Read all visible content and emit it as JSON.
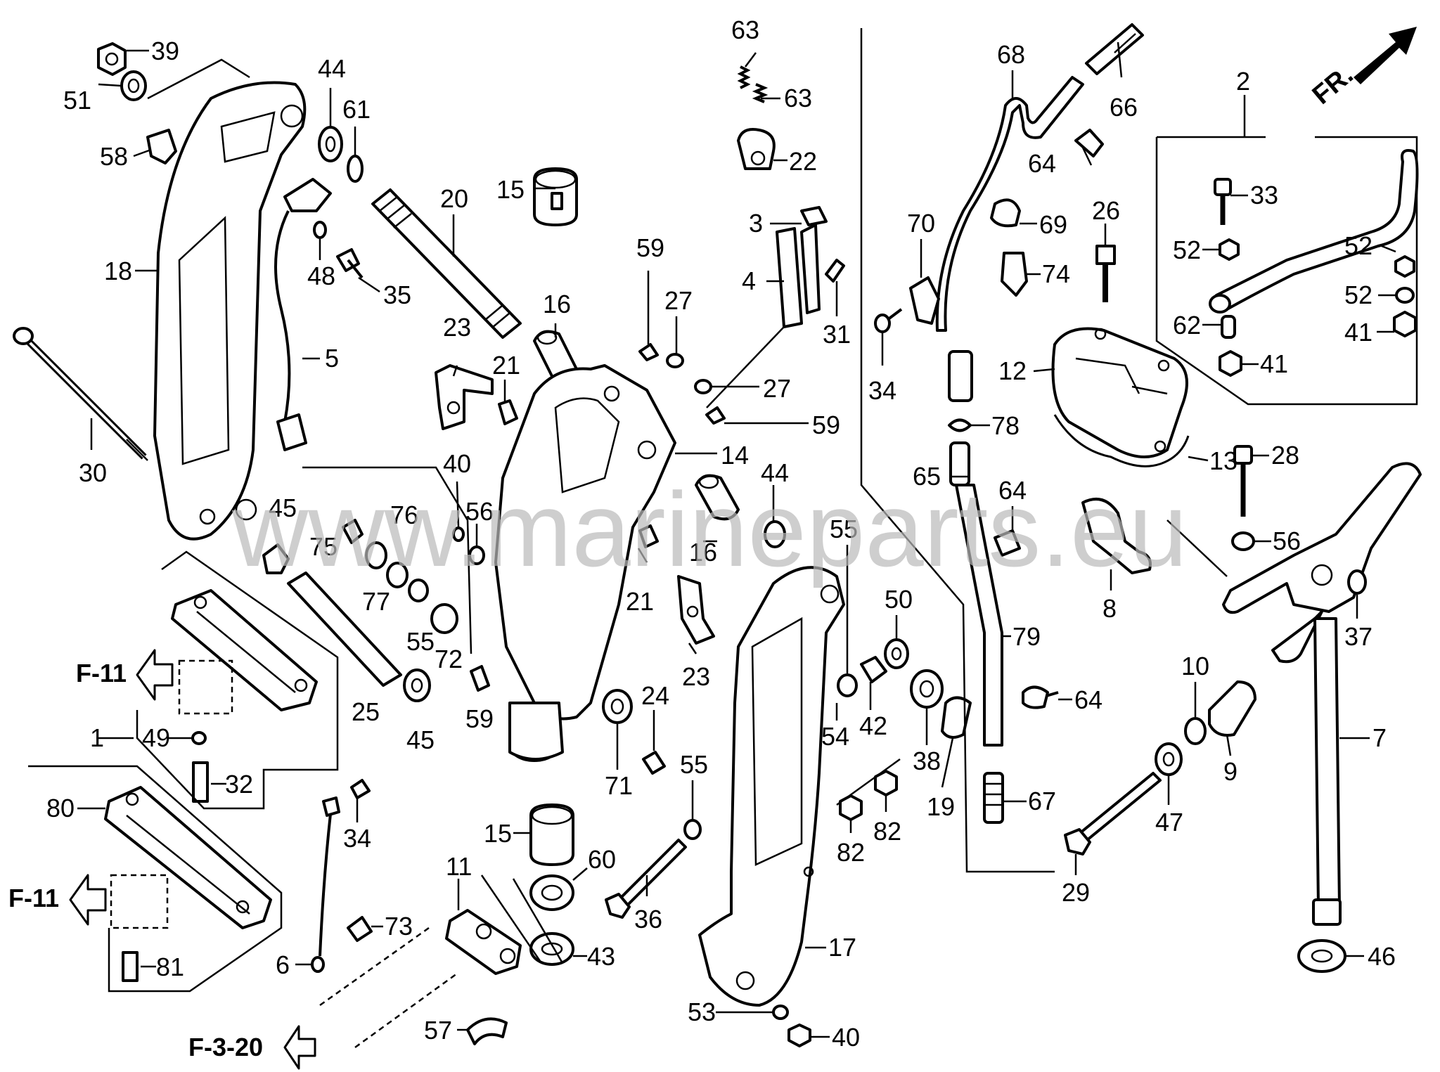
{
  "watermark": "www.marineparts.eu",
  "direction_marker": "FR.",
  "reference_labels": [
    "F-11",
    "F-11",
    "F-3-20"
  ],
  "callouts": [
    {
      "id": "c39",
      "text": "39"
    },
    {
      "id": "c51",
      "text": "51"
    },
    {
      "id": "c58",
      "text": "58"
    },
    {
      "id": "c18",
      "text": "18"
    },
    {
      "id": "c30",
      "text": "30"
    },
    {
      "id": "c44a",
      "text": "44"
    },
    {
      "id": "c61",
      "text": "61"
    },
    {
      "id": "c48",
      "text": "48"
    },
    {
      "id": "c35",
      "text": "35"
    },
    {
      "id": "c5",
      "text": "5"
    },
    {
      "id": "c20",
      "text": "20"
    },
    {
      "id": "c15a",
      "text": "15"
    },
    {
      "id": "c63a",
      "text": "63"
    },
    {
      "id": "c63b",
      "text": "63"
    },
    {
      "id": "c22",
      "text": "22"
    },
    {
      "id": "c3",
      "text": "3"
    },
    {
      "id": "c4",
      "text": "4"
    },
    {
      "id": "c31",
      "text": "31"
    },
    {
      "id": "c59a",
      "text": "59"
    },
    {
      "id": "c27a",
      "text": "27"
    },
    {
      "id": "c27b",
      "text": "27"
    },
    {
      "id": "c59b",
      "text": "59"
    },
    {
      "id": "c16a",
      "text": "16"
    },
    {
      "id": "c23a",
      "text": "23"
    },
    {
      "id": "c21a",
      "text": "21"
    },
    {
      "id": "c14",
      "text": "14"
    },
    {
      "id": "c16b",
      "text": "16"
    },
    {
      "id": "c44b",
      "text": "44"
    },
    {
      "id": "c40a",
      "text": "40"
    },
    {
      "id": "c56a",
      "text": "56"
    },
    {
      "id": "c45a",
      "text": "45"
    },
    {
      "id": "c75",
      "text": "75"
    },
    {
      "id": "c76",
      "text": "76"
    },
    {
      "id": "c77",
      "text": "77"
    },
    {
      "id": "c55a",
      "text": "55"
    },
    {
      "id": "c72",
      "text": "72"
    },
    {
      "id": "c25",
      "text": "25"
    },
    {
      "id": "c45b",
      "text": "45"
    },
    {
      "id": "c59c",
      "text": "59"
    },
    {
      "id": "c21b",
      "text": "21"
    },
    {
      "id": "c23b",
      "text": "23"
    },
    {
      "id": "c1",
      "text": "1"
    },
    {
      "id": "c49",
      "text": "49"
    },
    {
      "id": "c32",
      "text": "32"
    },
    {
      "id": "c80",
      "text": "80"
    },
    {
      "id": "c81",
      "text": "81"
    },
    {
      "id": "c34a",
      "text": "34"
    },
    {
      "id": "c6",
      "text": "6"
    },
    {
      "id": "c73",
      "text": "73"
    },
    {
      "id": "c11",
      "text": "11"
    },
    {
      "id": "c15b",
      "text": "15"
    },
    {
      "id": "c60",
      "text": "60"
    },
    {
      "id": "c43",
      "text": "43"
    },
    {
      "id": "c57",
      "text": "57"
    },
    {
      "id": "c71",
      "text": "71"
    },
    {
      "id": "c24",
      "text": "24"
    },
    {
      "id": "c55b",
      "text": "55"
    },
    {
      "id": "c36",
      "text": "36"
    },
    {
      "id": "c53",
      "text": "53"
    },
    {
      "id": "c40b",
      "text": "40"
    },
    {
      "id": "c17",
      "text": "17"
    },
    {
      "id": "c55c",
      "text": "55"
    },
    {
      "id": "c54",
      "text": "54"
    },
    {
      "id": "c42",
      "text": "42"
    },
    {
      "id": "c50",
      "text": "50"
    },
    {
      "id": "c82a",
      "text": "82"
    },
    {
      "id": "c82b",
      "text": "82"
    },
    {
      "id": "c38",
      "text": "38"
    },
    {
      "id": "c19",
      "text": "19"
    },
    {
      "id": "c68",
      "text": "68"
    },
    {
      "id": "c66",
      "text": "66"
    },
    {
      "id": "c64a",
      "text": "64"
    },
    {
      "id": "c70",
      "text": "70"
    },
    {
      "id": "c69",
      "text": "69"
    },
    {
      "id": "c26",
      "text": "26"
    },
    {
      "id": "c74",
      "text": "74"
    },
    {
      "id": "c34b",
      "text": "34"
    },
    {
      "id": "c12",
      "text": "12"
    },
    {
      "id": "c78",
      "text": "78"
    },
    {
      "id": "c13",
      "text": "13"
    },
    {
      "id": "c65",
      "text": "65"
    },
    {
      "id": "c64b",
      "text": "64"
    },
    {
      "id": "c8",
      "text": "8"
    },
    {
      "id": "c79",
      "text": "79"
    },
    {
      "id": "c64c",
      "text": "64"
    },
    {
      "id": "c67",
      "text": "67"
    },
    {
      "id": "c2",
      "text": "2"
    },
    {
      "id": "c33",
      "text": "33"
    },
    {
      "id": "c52a",
      "text": "52"
    },
    {
      "id": "c52b",
      "text": "52"
    },
    {
      "id": "c52c",
      "text": "52"
    },
    {
      "id": "c62",
      "text": "62"
    },
    {
      "id": "c41a",
      "text": "41"
    },
    {
      "id": "c41b",
      "text": "41"
    },
    {
      "id": "c28",
      "text": "28"
    },
    {
      "id": "c56b",
      "text": "56"
    },
    {
      "id": "c37",
      "text": "37"
    },
    {
      "id": "c7",
      "text": "7"
    },
    {
      "id": "c10",
      "text": "10"
    },
    {
      "id": "c9",
      "text": "9"
    },
    {
      "id": "c47",
      "text": "47"
    },
    {
      "id": "c29",
      "text": "29"
    },
    {
      "id": "c46",
      "text": "46"
    }
  ]
}
